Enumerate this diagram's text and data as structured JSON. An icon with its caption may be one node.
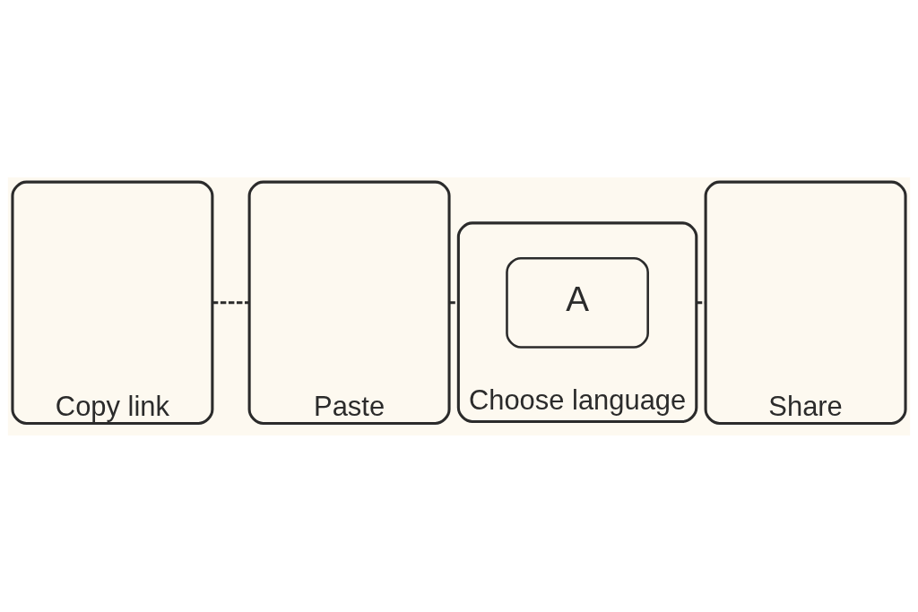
{
  "diagram": {
    "nodes": [
      {
        "text": [
          "Copy link"
        ]
      },
      {
        "text": [
          "Paste"
        ]
      },
      {
        "text": [
          "Choose language"
        ]
      },
      {
        "text": [
          "A"
        ],
        "in": 2
      },
      {
        "text": [
          "Share"
        ]
      }
    ],
    "edges": [
      {
        "from": 0,
        "to": 1,
        "arrow": "none",
        "style": "dashed"
      },
      {
        "from": 1,
        "to": 2,
        "arrow": "none",
        "style": "dashed"
      },
      {
        "from": 2,
        "to": 4,
        "arrow": "none",
        "style": "dashed"
      }
    ]
  }
}
